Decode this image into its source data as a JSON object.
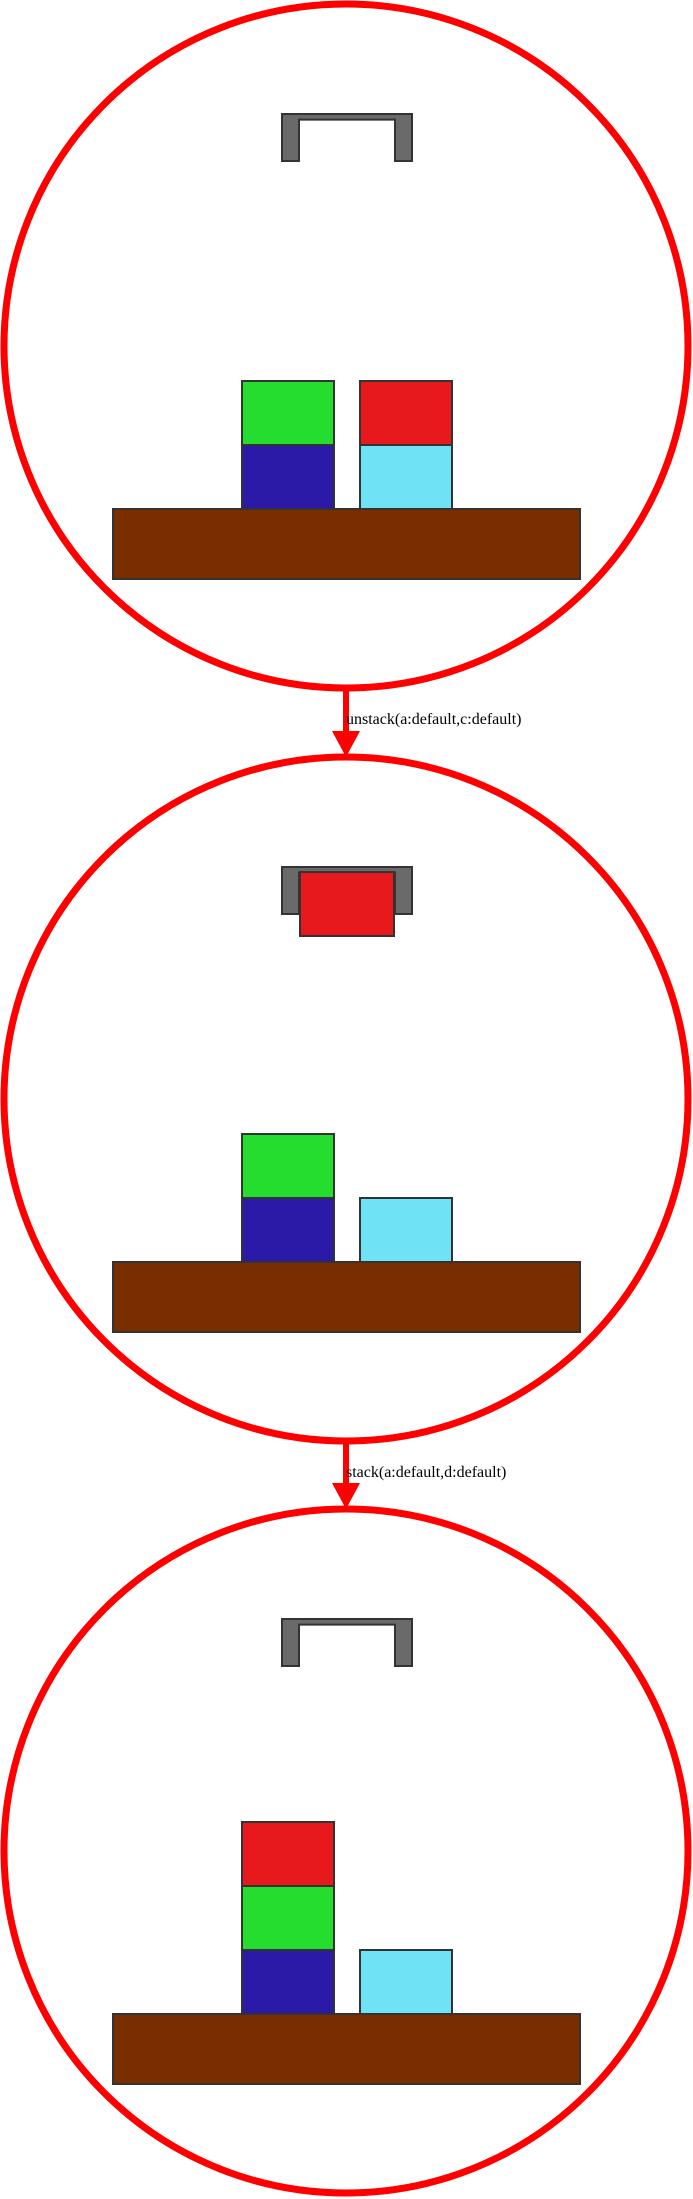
{
  "colors": {
    "ring": "#ff0000",
    "gripper": "#6a6a6a",
    "table": "#7a2e00",
    "outline": "#333333",
    "block_red": "#e8191d",
    "block_green": "#25dd2f",
    "block_blue": "#2b19a8",
    "block_cyan": "#70e2f6"
  },
  "states": [
    {
      "id": "state-1",
      "gripper": {
        "holding": null
      },
      "stacks": [
        [
          "block_blue",
          "block_green"
        ],
        [
          "block_cyan",
          "block_red"
        ]
      ]
    },
    {
      "id": "state-2",
      "gripper": {
        "holding": "block_red"
      },
      "stacks": [
        [
          "block_blue",
          "block_green"
        ],
        [
          "block_cyan"
        ]
      ]
    },
    {
      "id": "state-3",
      "gripper": {
        "holding": null
      },
      "stacks": [
        [
          "block_blue",
          "block_green",
          "block_red"
        ],
        [
          "block_cyan"
        ]
      ]
    }
  ],
  "transitions": [
    {
      "from": 0,
      "to": 1,
      "label": "unstack(a:default,c:default)"
    },
    {
      "from": 1,
      "to": 2,
      "label": "stack(a:default,d:default)"
    }
  ]
}
